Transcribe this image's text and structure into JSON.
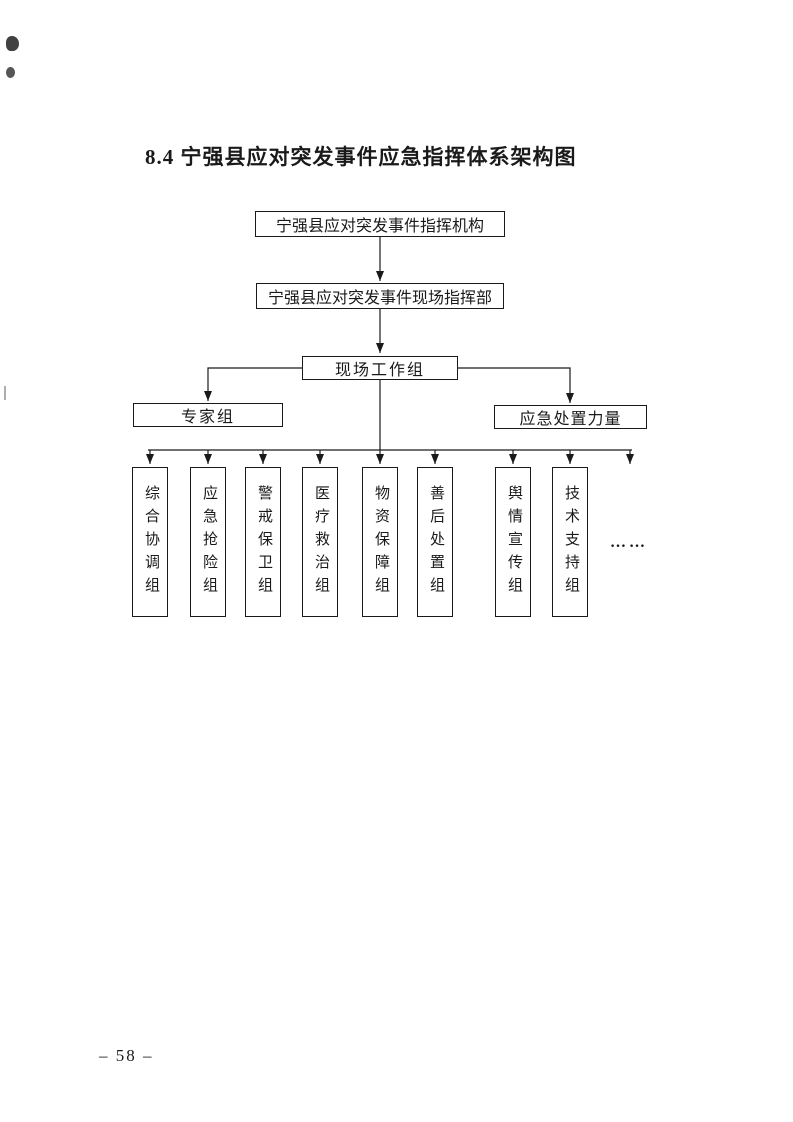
{
  "page": {
    "title": "8.4 宁强县应对突发事件应急指挥体系架构图",
    "page_number": "– 58 –"
  },
  "colors": {
    "ink": "#1a1a1a",
    "paper": "#ffffff"
  },
  "diagram": {
    "command_org": "宁强县应对突发事件指挥机构",
    "onsite_hq": "宁强县应对突发事件现场指挥部",
    "onsite_workgroup": "现场工作组",
    "expert_group": "专家组",
    "response_force": "应急处置力量",
    "groups": [
      "综合协调组",
      "应急抢险组",
      "警戒保卫组",
      "医疗救治组",
      "物资保障组",
      "善后处置组",
      "舆情宣传组",
      "技术支持组"
    ],
    "more_indicator": "……"
  }
}
